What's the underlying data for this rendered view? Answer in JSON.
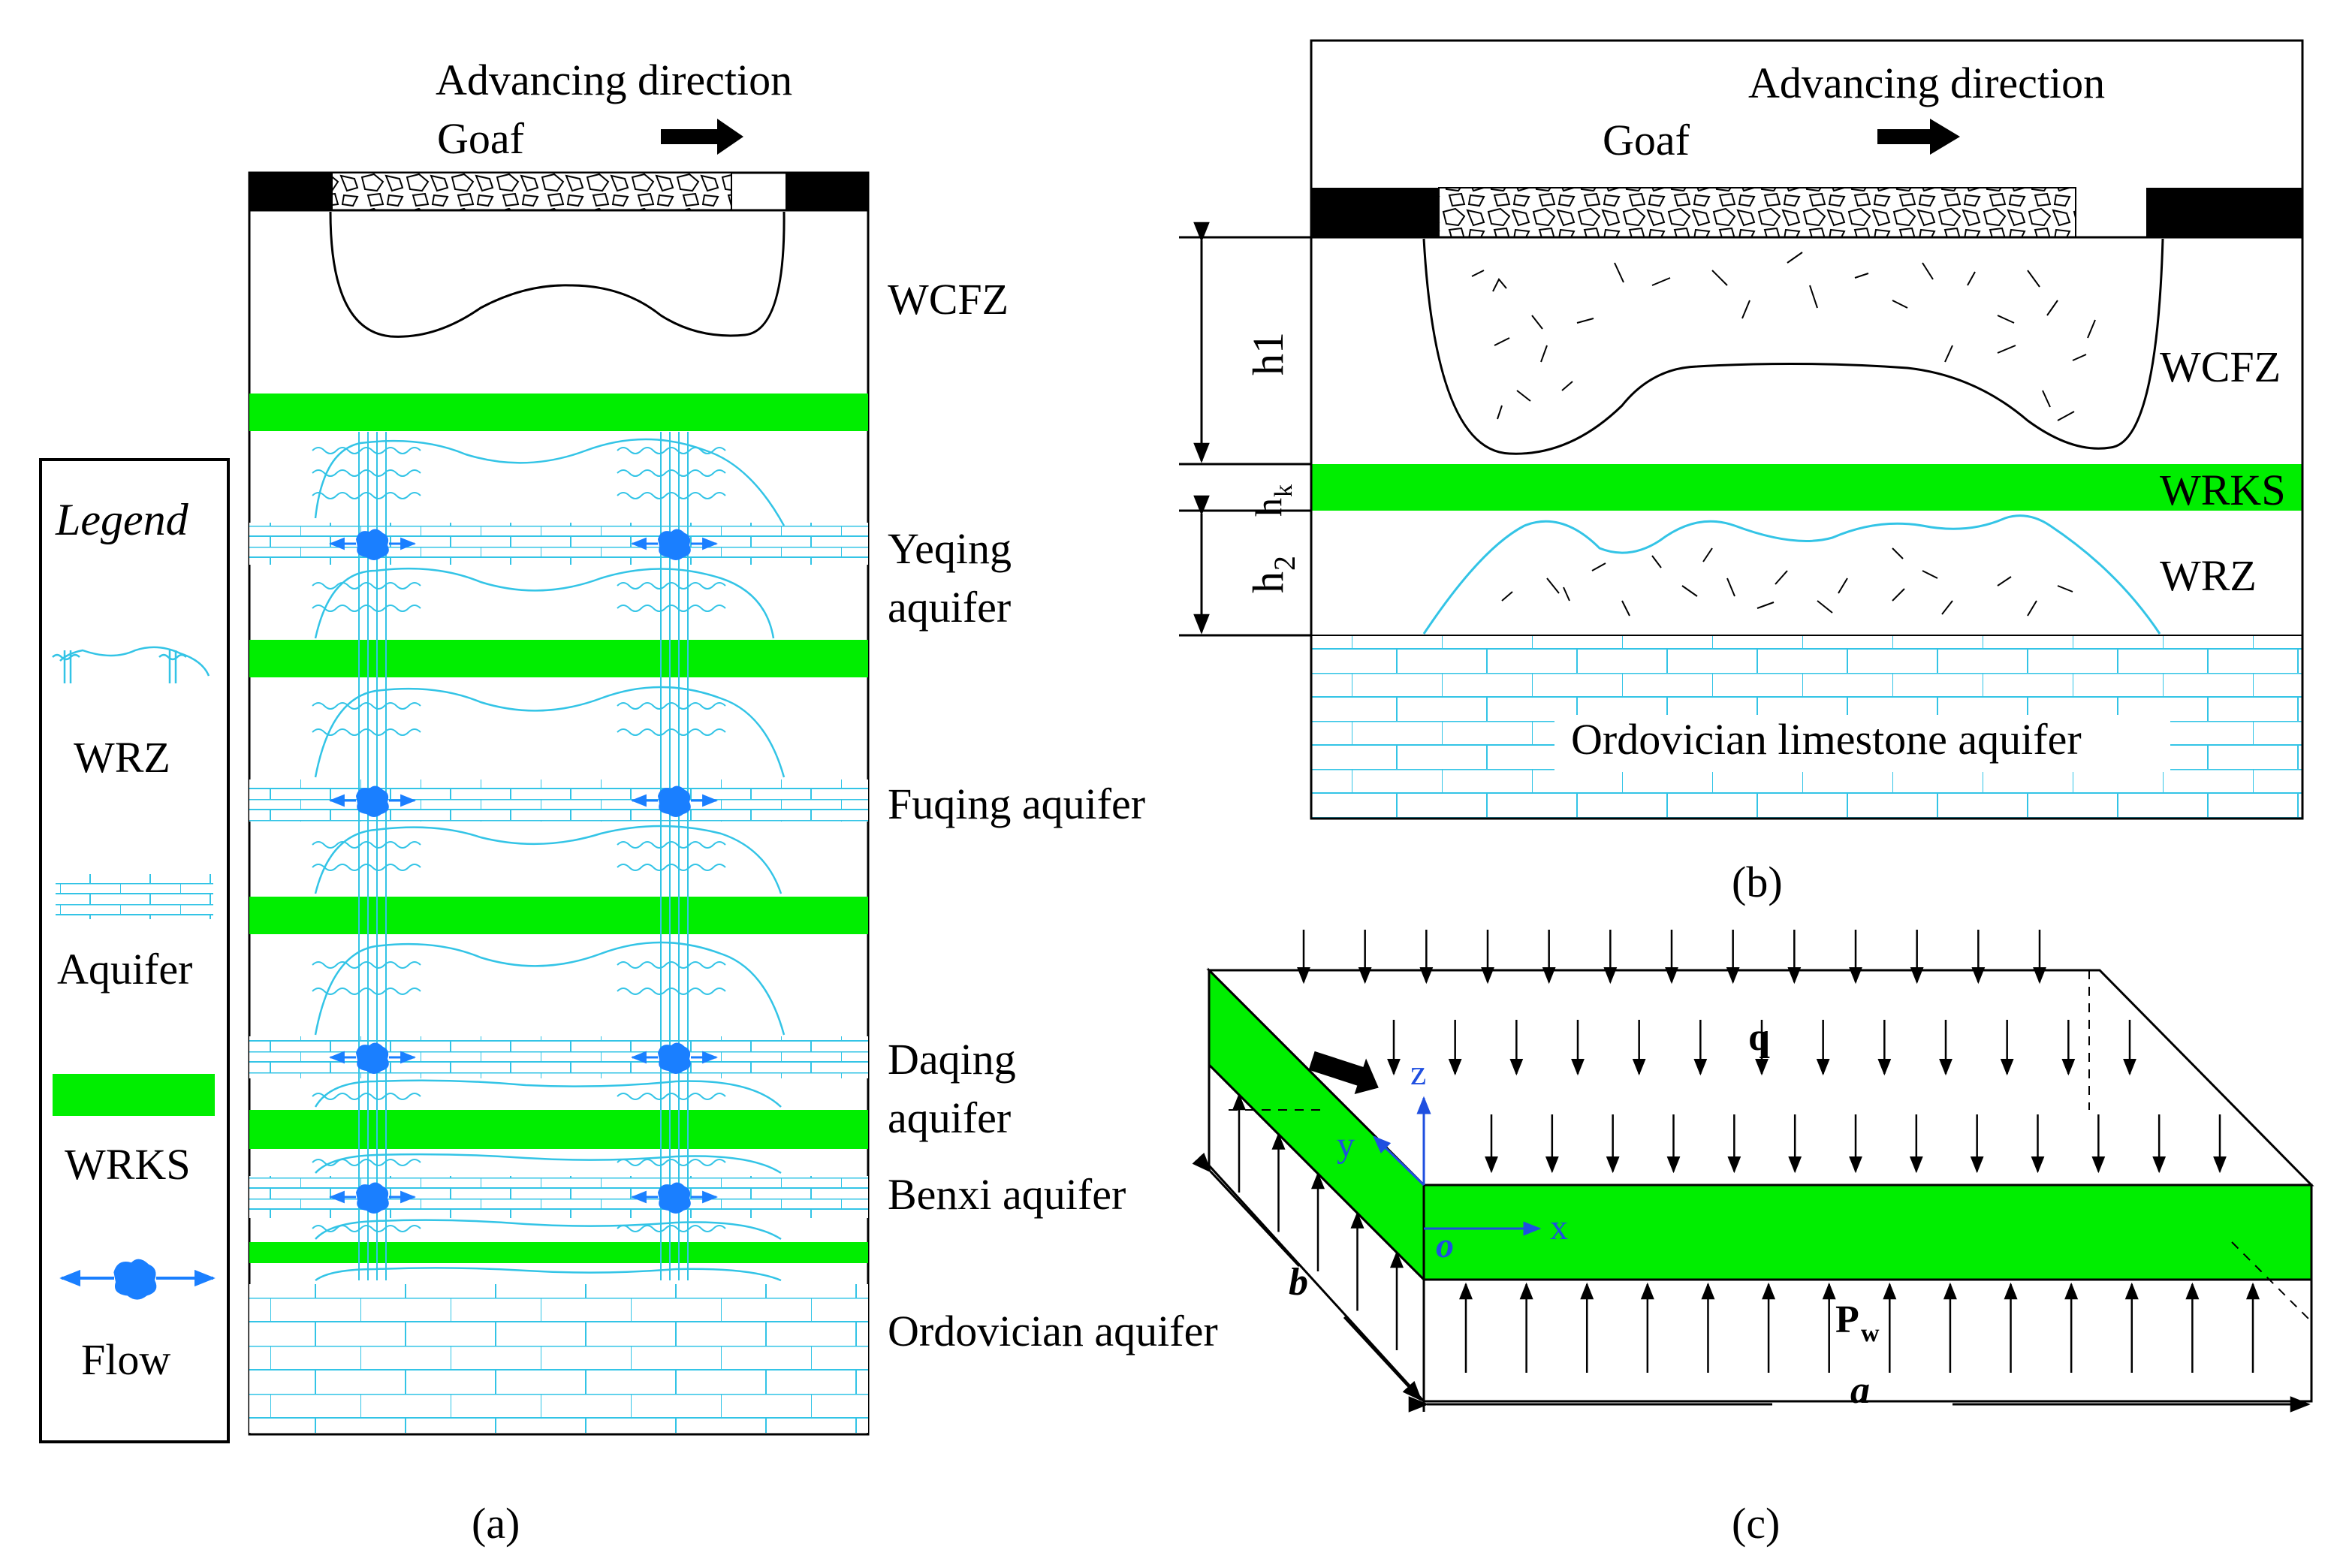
{
  "colors": {
    "green": "#00ee00",
    "cyan": "#33c4e6",
    "flow_blue": "#1a7fff",
    "axis_blue": "#1f4fe0",
    "black": "#000000"
  },
  "panel_a": {
    "header": {
      "direction": "Advancing direction",
      "goaf": "Goaf"
    },
    "zone_labels": [
      "WCFZ",
      "Yeqing",
      "aquifer",
      "Fuqing aquifer",
      "Daqing",
      "aquifer",
      "Benxi aquifer",
      "Ordovician aquifer"
    ],
    "caption": "(a)"
  },
  "legend": {
    "title": "Legend",
    "items": [
      "WRZ",
      "Aquifer",
      "WRKS",
      "Flow"
    ]
  },
  "panel_b": {
    "direction": "Advancing direction",
    "goaf": "Goaf",
    "dim_h1": "h1",
    "dim_hk": "h",
    "dim_hk_sub": "k",
    "dim_h2": "h",
    "dim_h2_sub": "2",
    "zone_labels": [
      "WCFZ",
      "WRKS",
      "WRZ"
    ],
    "aquifer": "Ordovician limestone aquifer",
    "caption": "(b)"
  },
  "panel_c": {
    "load_top": "q",
    "load_bottom": "P",
    "load_bottom_sub": "w",
    "axis_x": "x",
    "axis_y": "y",
    "axis_z": "z",
    "origin": "o",
    "dim_length": "a",
    "dim_width": "b",
    "caption": "(c)"
  }
}
